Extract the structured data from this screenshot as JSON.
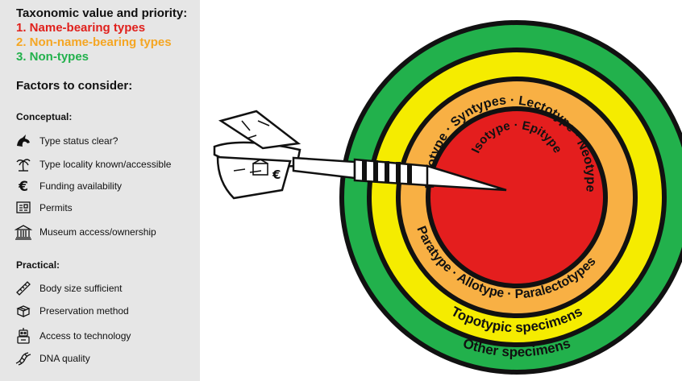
{
  "legend": {
    "title": "Taxonomic value and priority:",
    "priorities": [
      {
        "label": "1. Name-bearing types",
        "color": "#e0201c"
      },
      {
        "label": "2. Non-name-bearing types",
        "color": "#f5a623"
      },
      {
        "label": "3. Non-types",
        "color": "#22b14c"
      }
    ]
  },
  "factors": {
    "title": "Factors to consider:",
    "conceptual": {
      "heading": "Conceptual:",
      "items": [
        {
          "label": "Type status clear?",
          "icon": "unicorn-icon"
        },
        {
          "label": "Type locality known/accessible",
          "icon": "palm-tree-icon"
        },
        {
          "label": "Funding availability",
          "icon": "euro-icon"
        },
        {
          "label": "Permits",
          "icon": "permit-document-icon"
        },
        {
          "label": "Museum access/ownership",
          "icon": "museum-icon"
        }
      ]
    },
    "practical": {
      "heading": "Practical:",
      "items": [
        {
          "label": "Body size sufficient",
          "icon": "ruler-icon"
        },
        {
          "label": "Preservation method",
          "icon": "box-icon"
        },
        {
          "label": "Access to technology",
          "icon": "robot-icon"
        },
        {
          "label": "DNA quality",
          "icon": "dna-icon"
        }
      ]
    }
  },
  "target": {
    "colors": {
      "outer": "#22b14c",
      "yellow": "#f5ec00",
      "orange": "#f8b044",
      "red": "#e41e1e"
    },
    "center": "Isotype · Epitype",
    "red_ring": "Holotype · Syntypes · Lectotype · Neotype",
    "orange_ring": "Paratype · Allotype · Paralectotypes",
    "yellow_ring": "Topotypic specimens",
    "green_ring": "Other specimens"
  }
}
